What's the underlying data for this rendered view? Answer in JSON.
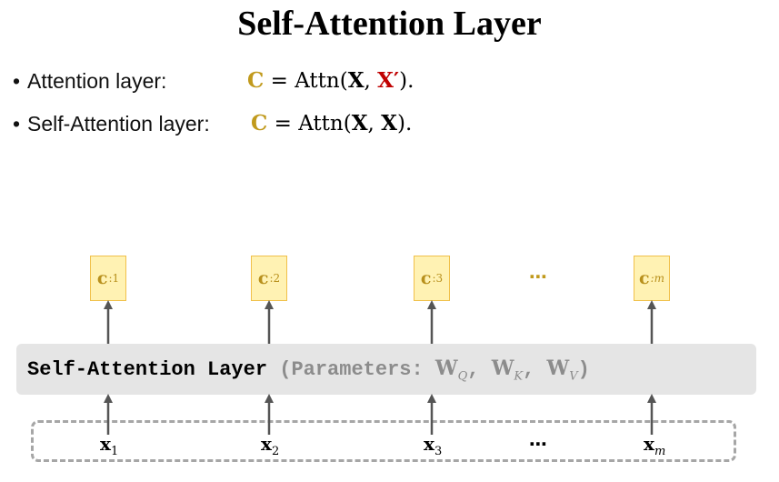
{
  "title": "Self-Attention Layer",
  "bullets": [
    {
      "label": "Attention layer:",
      "lhs": "C",
      "eq": " = Attn(",
      "arg1": "X",
      "comma": ", ",
      "arg2": "X′",
      "close": ")."
    },
    {
      "label": "Self-Attention layer:",
      "lhs": "C",
      "eq": " = Attn(",
      "arg1": "X",
      "comma": ", ",
      "arg2": "X",
      "close": ")."
    }
  ],
  "outputs": [
    {
      "base": "c",
      "sub": ":1"
    },
    {
      "base": "c",
      "sub": ":2"
    },
    {
      "base": "c",
      "sub": ":3"
    },
    {
      "base": "c",
      "sub": ":m"
    }
  ],
  "ellipsis": "⋯",
  "layer": {
    "name": "Self-Attention Layer",
    "params_open": " (Parameters: ",
    "w_q": "W",
    "w_q_sub": "Q",
    "w_k": "W",
    "w_k_sub": "K",
    "w_v": "W",
    "w_v_sub": "V",
    "sep": ", ",
    "params_close": ")"
  },
  "inputs": [
    {
      "base": "x",
      "sub": "1"
    },
    {
      "base": "x",
      "sub": "2"
    },
    {
      "base": "x",
      "sub": "3"
    },
    {
      "base": "x",
      "sub": "m"
    }
  ],
  "colors": {
    "output_text": "#b8901c",
    "output_fill": "#fff2b3",
    "highlight": "#c19a1d",
    "accent_red": "#c00000",
    "layer_fill": "#e5e5e5",
    "arrow": "#555555"
  }
}
